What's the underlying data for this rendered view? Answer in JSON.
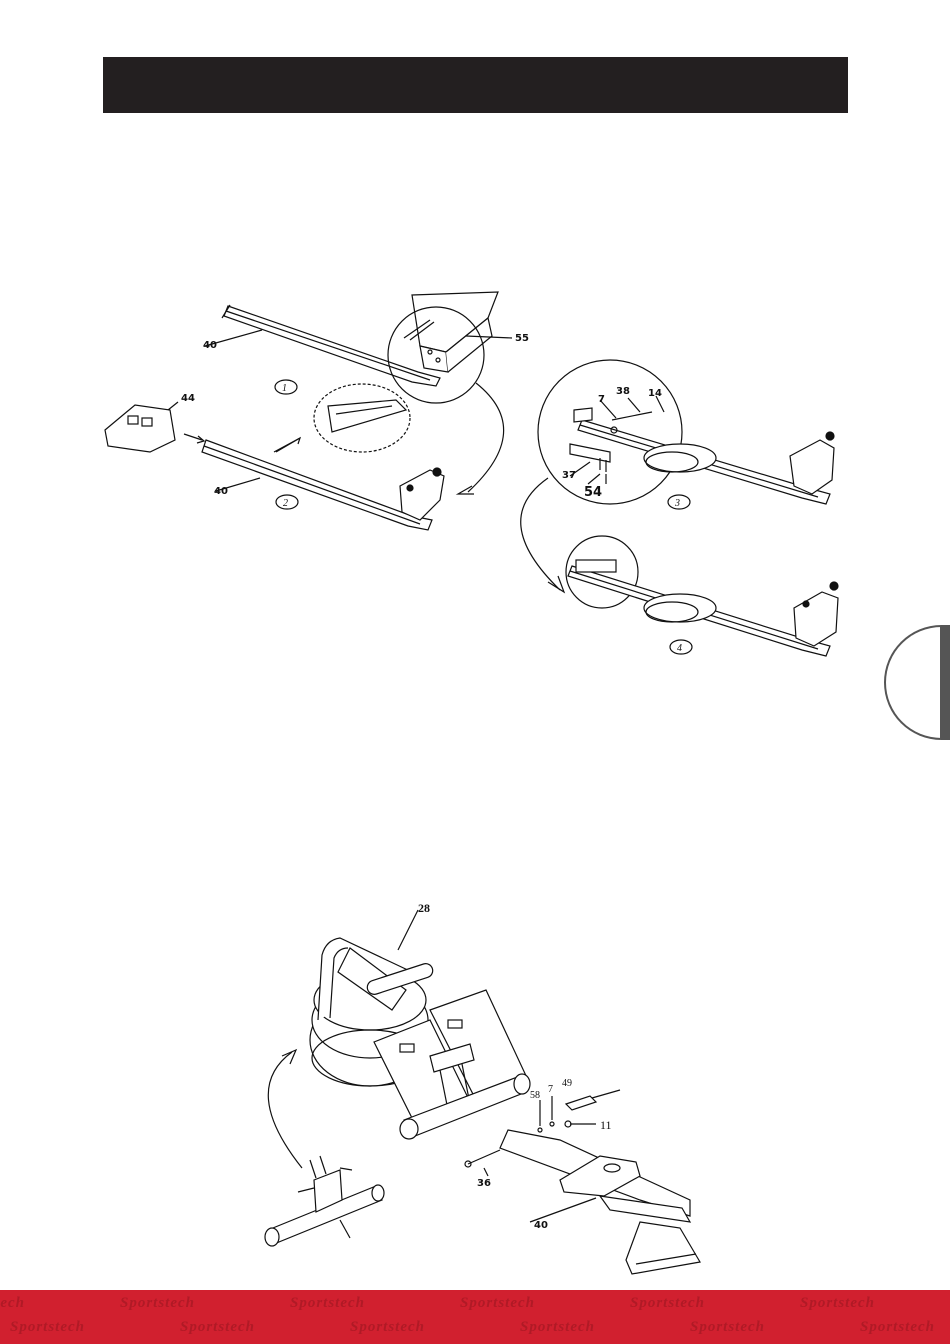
{
  "steps": [
    "1",
    "2",
    "3",
    "4"
  ],
  "parts": {
    "p40": "40",
    "p44": "44",
    "p55": "55",
    "p38": "38",
    "p14": "14",
    "p7": "7",
    "p37": "37",
    "p54": "54",
    "p28": "28",
    "p58": "58",
    "p49": "49",
    "p11": "11",
    "p36": "36"
  },
  "footer": {
    "brand": "Sportstech"
  },
  "colors": {
    "header": "#231f20",
    "footer": "#d1202f",
    "tab": "#555555"
  }
}
